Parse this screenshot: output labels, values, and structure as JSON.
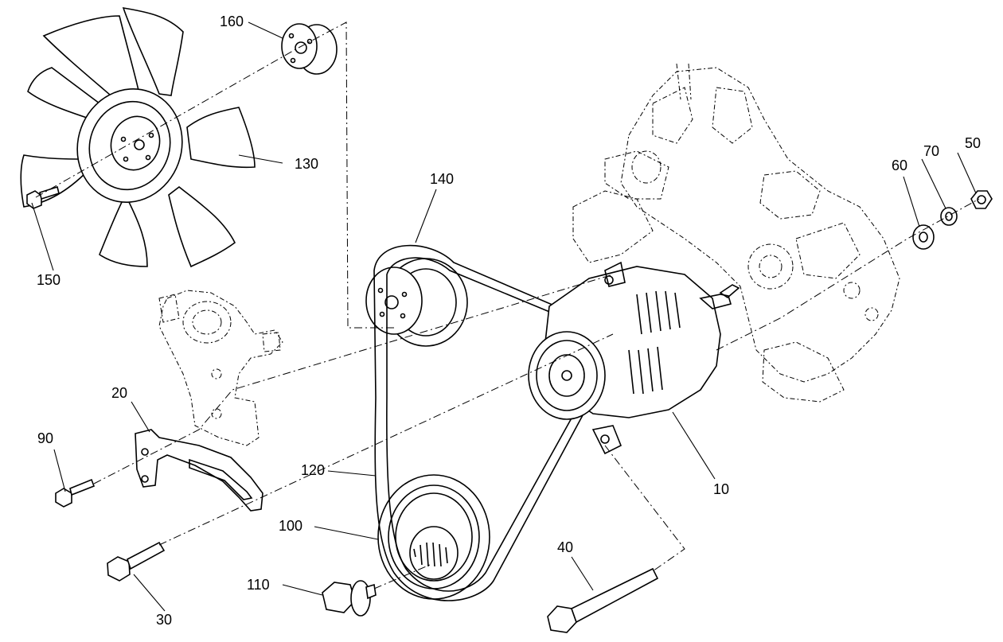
{
  "diagram": {
    "callouts": [
      {
        "id": "c160",
        "text": "160"
      },
      {
        "id": "c130",
        "text": "130"
      },
      {
        "id": "c150",
        "text": "150"
      },
      {
        "id": "c140",
        "text": "140"
      },
      {
        "id": "c20",
        "text": "20"
      },
      {
        "id": "c90",
        "text": "90"
      },
      {
        "id": "c120",
        "text": "120"
      },
      {
        "id": "c100",
        "text": "100"
      },
      {
        "id": "c30",
        "text": "30"
      },
      {
        "id": "c110",
        "text": "110"
      },
      {
        "id": "c40",
        "text": "40"
      },
      {
        "id": "c10",
        "text": "10"
      },
      {
        "id": "c60",
        "text": "60"
      },
      {
        "id": "c70",
        "text": "70"
      },
      {
        "id": "c50",
        "text": "50"
      }
    ]
  }
}
